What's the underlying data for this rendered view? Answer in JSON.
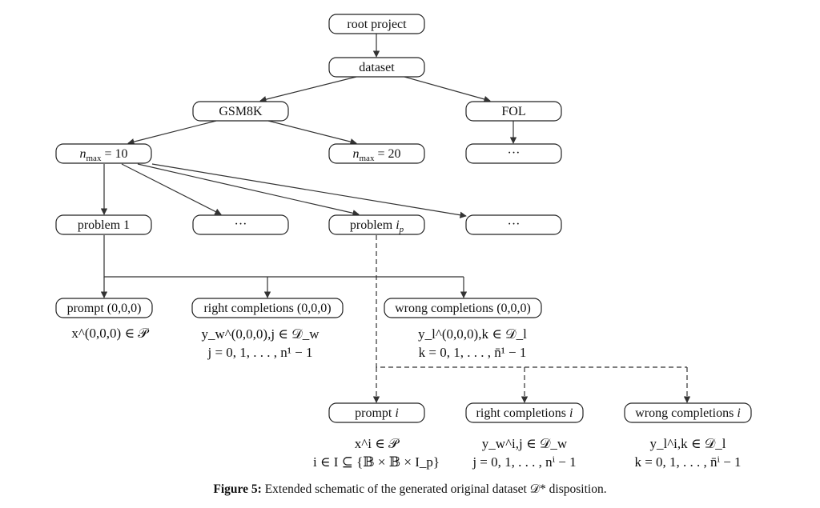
{
  "nodes": {
    "root": "root project",
    "dataset": "dataset",
    "gsm8k": "GSM8K",
    "fol": "FOL",
    "fol_child": "···",
    "nmax10_prefix": "n",
    "nmax10_sub": "max",
    "nmax10_rest": " = 10",
    "nmax20_prefix": "n",
    "nmax20_sub": "max",
    "nmax20_rest": " = 20",
    "problem1": "problem 1",
    "ellipsis_a": "···",
    "problem_ip_prefix": "problem ",
    "problem_ip_var": "i",
    "problem_ip_sub": "p",
    "ellipsis_b": "···",
    "prompt000": "prompt (0,0,0)",
    "right000": "right completions (0,0,0)",
    "wrong000": "wrong completions (0,0,0)",
    "prompt_i_prefix": "prompt ",
    "prompt_i_var": "i",
    "right_i_prefix": "right completions ",
    "right_i_var": "i",
    "wrong_i_prefix": "wrong completions ",
    "wrong_i_var": "i"
  },
  "formulas": {
    "prompt000": "x^(0,0,0) ∈ 𝒫",
    "right000_line1": "y_w^(0,0,0),j ∈ 𝒟_w",
    "right000_line2": "j = 0, 1, . . . , n¹ − 1",
    "wrong000_line1": "y_l^(0,0,0),k ∈ 𝒟_l",
    "wrong000_line2": "k = 0, 1, . . . , n̄¹ − 1",
    "prompt_i_line1": "x^i ∈ 𝒫",
    "prompt_i_line2": "i ∈ I ⊆ {𝔹 × 𝔹 × I_p}",
    "right_i_line1": "y_w^i,j ∈ 𝒟_w",
    "right_i_line2": "j = 0, 1, . . . , nⁱ − 1",
    "wrong_i_line1": "y_l^i,k ∈ 𝒟_l",
    "wrong_i_line2": "k = 0, 1, . . . , n̄ⁱ − 1"
  },
  "caption": {
    "label": "Figure 5:",
    "text": "Extended schematic of the generated original dataset 𝒟* disposition."
  }
}
